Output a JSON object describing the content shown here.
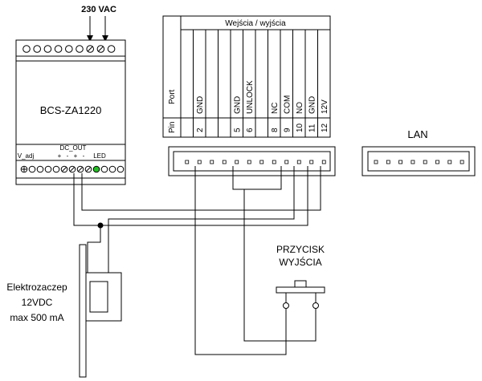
{
  "supply": {
    "label": "230 VAC"
  },
  "psu": {
    "model": "BCS-ZA1220",
    "dc_out_label": "DC_OUT",
    "v_adj_label": "V_adj",
    "polarity": [
      "+",
      "-",
      "+",
      "-"
    ],
    "led_label": "LED",
    "led_color": "#22c022"
  },
  "io_table": {
    "title": "Wejścia / wyjścia",
    "row_header_port": "Port",
    "row_header_pin": "Pin",
    "columns": [
      {
        "port": "",
        "pin": ""
      },
      {
        "port": "GND",
        "pin": "2"
      },
      {
        "port": "",
        "pin": ""
      },
      {
        "port": "",
        "pin": ""
      },
      {
        "port": "GND",
        "pin": "5"
      },
      {
        "port": "UNLOCK",
        "pin": "6"
      },
      {
        "port": "",
        "pin": ""
      },
      {
        "port": "NC",
        "pin": "8"
      },
      {
        "port": "COM",
        "pin": "9"
      },
      {
        "port": "NO",
        "pin": "10"
      },
      {
        "port": "GND",
        "pin": "11"
      },
      {
        "port": "12V",
        "pin": "12"
      }
    ]
  },
  "lan": {
    "label": "LAN"
  },
  "exit_button": {
    "line1": "PRZYCISK",
    "line2": "WYJŚCIA"
  },
  "strike": {
    "line1": "Elektrozaczep",
    "line2": "12VDC",
    "line3": "max 500 mA"
  }
}
